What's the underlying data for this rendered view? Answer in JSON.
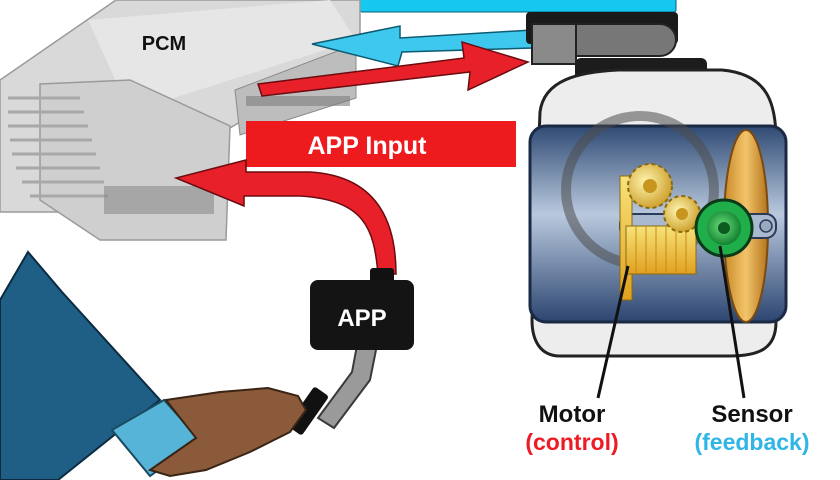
{
  "labels": {
    "pcm": "PCM",
    "app_input": "APP Input",
    "app": "APP",
    "motor": "Motor",
    "motor_role": "(control)",
    "sensor": "Sensor",
    "sensor_role": "(feedback)"
  },
  "colors": {
    "signal_arrow": "#e8202a",
    "feedback_arrow": "#3ec8ee",
    "top_banner": "#15c8f0",
    "app_input_banner": "#ee1b1e",
    "motor_role_text": "#ee1b24",
    "sensor_role_text": "#2fb6e6",
    "throttle_body": "#4a6b9c",
    "sensor_green": "#1fae4a",
    "leg_pants": "#1f5f86",
    "shoe": "#8a5a3a",
    "sock": "#56b4d8"
  },
  "icons": {
    "pcm": "pcm-module-icon",
    "app_sensor": "pedal-position-sensor-icon",
    "pedal": "accelerator-pedal-icon",
    "throttle": "throttle-body-icon",
    "motor": "motor-gear-icon",
    "sensor": "position-sensor-icon"
  }
}
